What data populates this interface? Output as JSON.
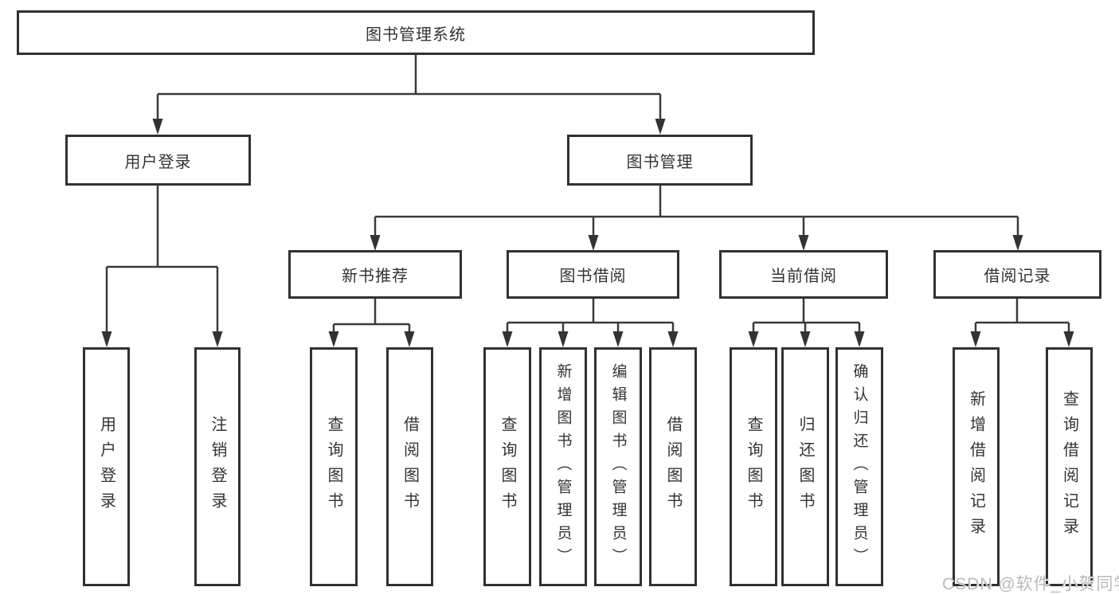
{
  "colors": {
    "line": "#3a3a3a",
    "box_border": "#313131",
    "text": "#333333",
    "watermark": "#b9b9b9"
  },
  "nodes": {
    "root": "图书管理系统",
    "branches": [
      {
        "label": "用户登录",
        "children": [
          "用户登录",
          "注销登录"
        ]
      },
      {
        "label": "图书管理",
        "sections": [
          {
            "label": "新书推荐",
            "children": [
              "查询图书",
              "借阅图书"
            ]
          },
          {
            "label": "图书借阅",
            "children": [
              "查询图书",
              "新增图书（管理员）",
              "编辑图书（管理员）",
              "借阅图书"
            ]
          },
          {
            "label": "当前借阅",
            "children": [
              "查询图书",
              "归还图书",
              "确认归还（管理员）"
            ]
          },
          {
            "label": "借阅记录",
            "children": [
              "新增借阅记录",
              "查询借阅记录"
            ]
          }
        ]
      }
    ]
  },
  "watermark": "CSDN @软件_小贺同学"
}
